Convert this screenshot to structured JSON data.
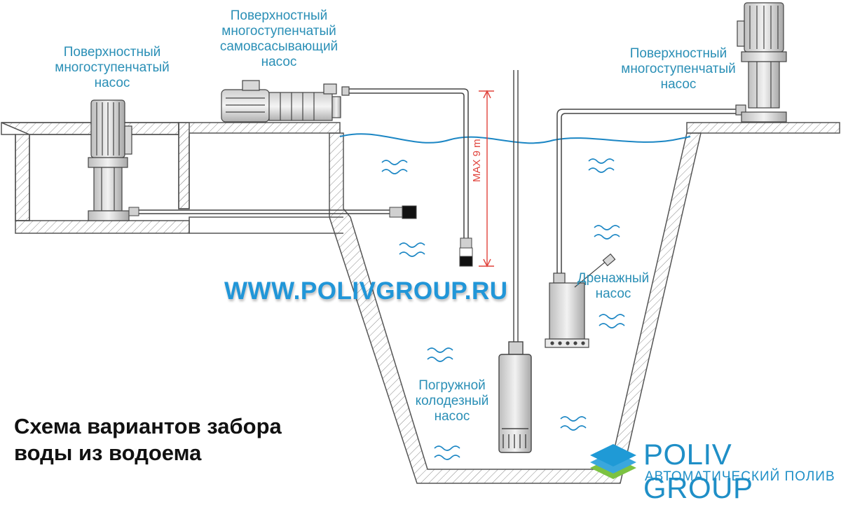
{
  "labels": {
    "surface_pump_left": "Поверхностный\nмногоступенчатый\nнасос",
    "surface_pump_selfpriming": "Поверхностный\nмногоступенчатый\nсамовсасывающий\nнасос",
    "surface_pump_right": "Поверхностный\nмногоступенчатый\nнасос",
    "drainage_pump": "Дренажный\nнасос",
    "submersible_pump": "Погружной\nколодезный\nнасос",
    "max_depth": "MAX 9 m"
  },
  "website": "WWW.POLIVGROUP.RU",
  "caption": "Схема вариантов забора\nводы из водоема",
  "brand": {
    "name": "POLIV GROUP",
    "tagline": "АВТОМАТИЧЕСКИЙ ПОЛИВ"
  },
  "colors": {
    "label": "#2a8fb6",
    "water": "#1b86c4",
    "max_line": "#e0433c",
    "brand": "#1f8fc7",
    "logo_top": "#1f9ad6",
    "logo_bottom": "#7cc242"
  },
  "icons": [
    "wave-icon",
    "pump-icon",
    "logo-layers-icon"
  ]
}
